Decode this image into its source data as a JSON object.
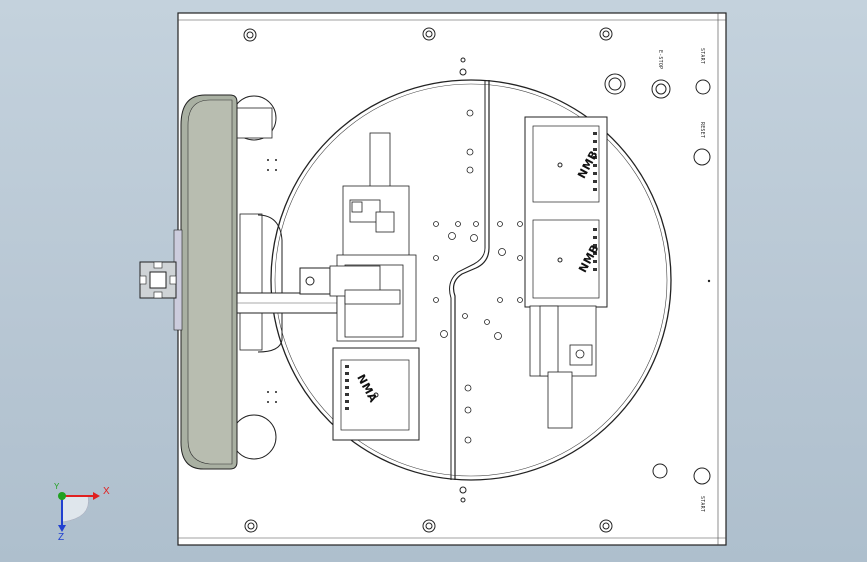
{
  "panel": {
    "labels": {
      "e_stop": "E-STOP",
      "start": "START",
      "reset": "RESET",
      "start2": "START"
    },
    "module_text_top_right": "NMB",
    "module_text_mid_right": "NMB",
    "module_text_bottom_left": "NMA"
  },
  "triad": {
    "x_label": "X",
    "y_label": "Y",
    "z_label": "Z",
    "colors": {
      "x": "#e02020",
      "y": "#20a020",
      "z": "#2040d0"
    }
  }
}
